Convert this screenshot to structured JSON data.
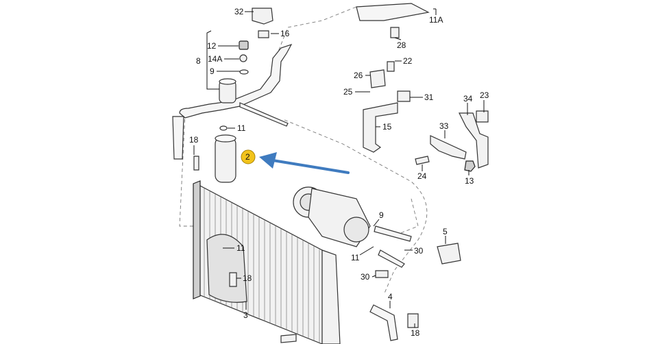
{
  "callouts": {
    "c32": "32",
    "c16": "16",
    "c12": "12",
    "c14a": "14A",
    "c8": "8",
    "c9a": "9",
    "c11a": "11",
    "c18a": "18",
    "c2": "2",
    "c11b": "11",
    "c18b": "18",
    "c3": "3",
    "c11c": "11A",
    "c28": "28",
    "c22": "22",
    "c26": "26",
    "c25": "25",
    "c31": "31",
    "c15": "15",
    "c34": "34",
    "c23": "23",
    "c33": "33",
    "c24": "24",
    "c13": "13",
    "c9b": "9",
    "c5": "5",
    "c30a": "30",
    "c11d": "11",
    "c30b": "30",
    "c4": "4",
    "c18c": "18"
  },
  "highlight": {
    "part": "2",
    "marker_color": "#f2c31b",
    "arrow_color": "#3f7bbf"
  }
}
